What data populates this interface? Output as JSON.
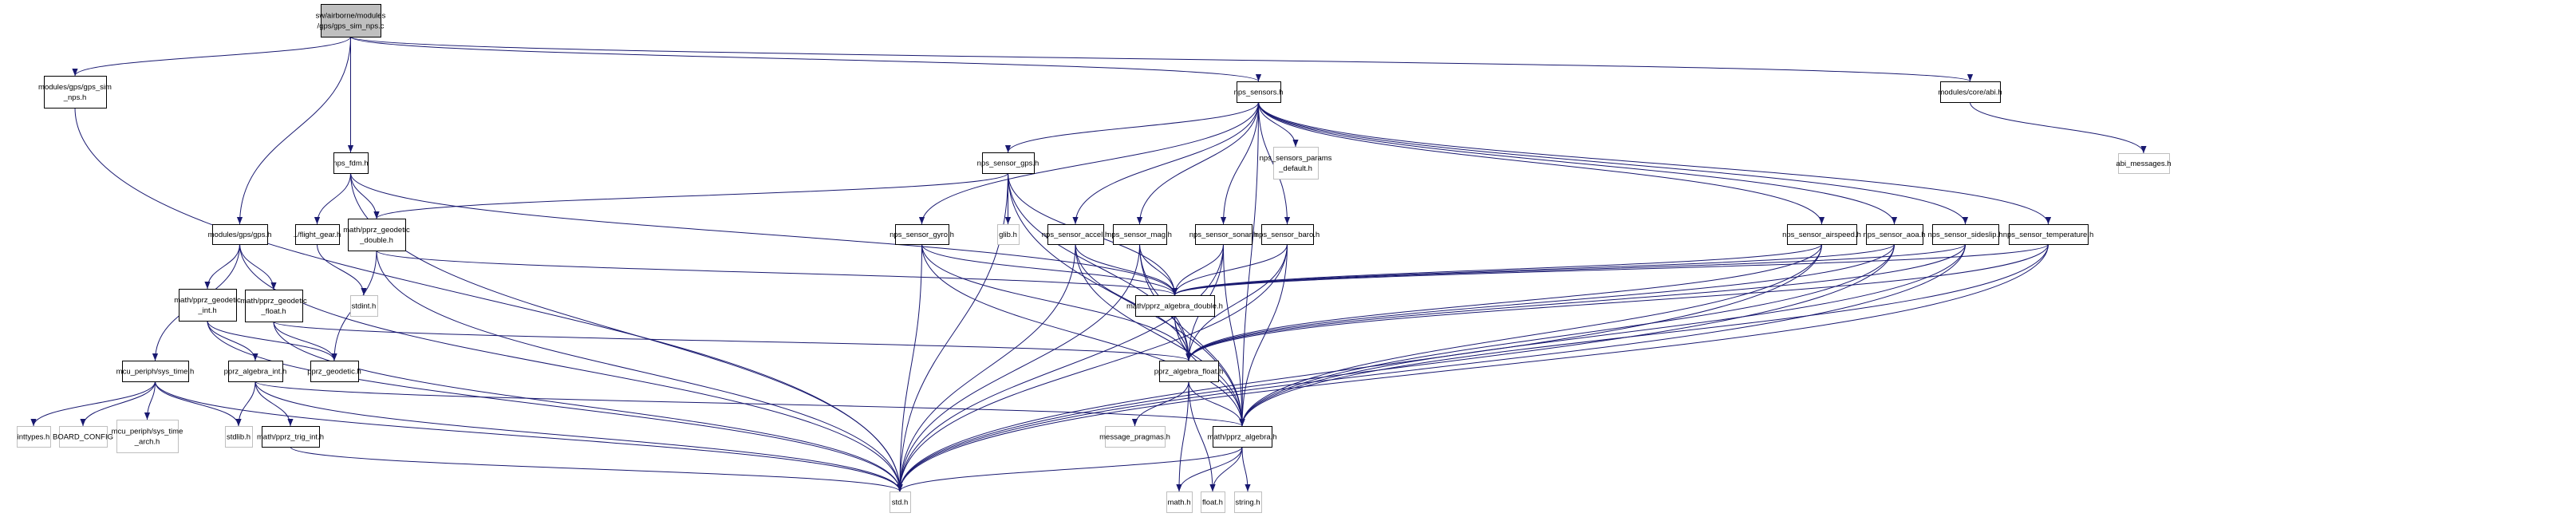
{
  "colors": {
    "edge": "#191970",
    "root_fill": "#bfbfbf",
    "node_border": "#000000",
    "external_border": "#bfbfbf"
  },
  "nodes": [
    {
      "lines": [
        "sw/airborne/modules",
        "/gps/gps_sim_nps.c"
      ],
      "style": "root"
    },
    {
      "lines": [
        "modules/gps/gps_sim",
        "_nps.h"
      ],
      "style": "normal"
    },
    {
      "lines": [
        "nps_fdm.h"
      ],
      "style": "normal"
    },
    {
      "lines": [
        "modules/gps/gps.h"
      ],
      "style": "normal"
    },
    {
      "lines": [
        "../flight_gear.h"
      ],
      "style": "normal"
    },
    {
      "lines": [
        "math/pprz_geodetic",
        "_double.h"
      ],
      "style": "normal"
    },
    {
      "lines": [
        "math/pprz_geodetic",
        "_int.h"
      ],
      "style": "normal"
    },
    {
      "lines": [
        "math/pprz_geodetic",
        "_float.h"
      ],
      "style": "normal"
    },
    {
      "lines": [
        "stdint.h"
      ],
      "style": "external"
    },
    {
      "lines": [
        "mcu_periph/sys_time.h"
      ],
      "style": "normal"
    },
    {
      "lines": [
        "pprz_algebra_int.h"
      ],
      "style": "normal"
    },
    {
      "lines": [
        "pprz_geodetic.h"
      ],
      "style": "normal"
    },
    {
      "lines": [
        "inttypes.h"
      ],
      "style": "external"
    },
    {
      "lines": [
        "BOARD_CONFIG"
      ],
      "style": "external"
    },
    {
      "lines": [
        "mcu_periph/sys_time",
        "_arch.h"
      ],
      "style": "external"
    },
    {
      "lines": [
        "stdlib.h"
      ],
      "style": "external"
    },
    {
      "lines": [
        "math/pprz_trig_int.h"
      ],
      "style": "normal"
    },
    {
      "lines": [
        "nps_sensors.h"
      ],
      "style": "normal"
    },
    {
      "lines": [
        "nps_sensor_gps.h"
      ],
      "style": "normal"
    },
    {
      "lines": [
        "nps_sensors_params",
        "_default.h"
      ],
      "style": "external"
    },
    {
      "lines": [
        "nps_sensor_gyro.h"
      ],
      "style": "normal"
    },
    {
      "lines": [
        "glib.h"
      ],
      "style": "external"
    },
    {
      "lines": [
        "nps_sensor_accel.h"
      ],
      "style": "normal"
    },
    {
      "lines": [
        "nps_sensor_mag.h"
      ],
      "style": "normal"
    },
    {
      "lines": [
        "nps_sensor_sonar.h"
      ],
      "style": "normal"
    },
    {
      "lines": [
        "nps_sensor_baro.h"
      ],
      "style": "normal"
    },
    {
      "lines": [
        "nps_sensor_airspeed.h"
      ],
      "style": "normal"
    },
    {
      "lines": [
        "nps_sensor_aoa.h"
      ],
      "style": "normal"
    },
    {
      "lines": [
        "nps_sensor_sideslip.h"
      ],
      "style": "normal"
    },
    {
      "lines": [
        "nps_sensor_temperature.h"
      ],
      "style": "normal"
    },
    {
      "lines": [
        "modules/core/abi.h"
      ],
      "style": "normal"
    },
    {
      "lines": [
        "abi_messages.h"
      ],
      "style": "external"
    },
    {
      "lines": [
        "math/pprz_algebra_double.h"
      ],
      "style": "normal"
    },
    {
      "lines": [
        "pprz_algebra_float.h"
      ],
      "style": "normal"
    },
    {
      "lines": [
        "message_pragmas.h"
      ],
      "style": "external"
    },
    {
      "lines": [
        "math/pprz_algebra.h"
      ],
      "style": "normal"
    },
    {
      "lines": [
        "std.h"
      ],
      "style": "external"
    },
    {
      "lines": [
        "math.h"
      ],
      "style": "external"
    },
    {
      "lines": [
        "float.h"
      ],
      "style": "external"
    },
    {
      "lines": [
        "string.h"
      ],
      "style": "external"
    }
  ],
  "edges": [
    [
      0,
      1
    ],
    [
      0,
      3
    ],
    [
      0,
      2
    ],
    [
      0,
      17
    ],
    [
      0,
      30
    ],
    [
      1,
      36
    ],
    [
      2,
      36
    ],
    [
      2,
      4
    ],
    [
      2,
      5
    ],
    [
      2,
      32
    ],
    [
      4,
      8
    ],
    [
      5,
      11
    ],
    [
      5,
      36
    ],
    [
      5,
      32
    ],
    [
      3,
      9
    ],
    [
      3,
      6
    ],
    [
      3,
      7
    ],
    [
      3,
      36
    ],
    [
      6,
      10
    ],
    [
      6,
      11
    ],
    [
      6,
      36
    ],
    [
      7,
      11
    ],
    [
      7,
      33
    ],
    [
      7,
      36
    ],
    [
      9,
      12
    ],
    [
      9,
      13
    ],
    [
      9,
      14
    ],
    [
      9,
      15
    ],
    [
      9,
      36
    ],
    [
      10,
      15
    ],
    [
      10,
      16
    ],
    [
      10,
      36
    ],
    [
      10,
      35
    ],
    [
      16,
      36
    ],
    [
      17,
      18
    ],
    [
      17,
      20
    ],
    [
      17,
      22
    ],
    [
      17,
      23
    ],
    [
      17,
      24
    ],
    [
      17,
      25
    ],
    [
      17,
      26
    ],
    [
      17,
      27
    ],
    [
      17,
      28
    ],
    [
      17,
      29
    ],
    [
      17,
      19
    ],
    [
      17,
      35
    ],
    [
      18,
      21
    ],
    [
      18,
      5
    ],
    [
      18,
      32
    ],
    [
      18,
      33
    ],
    [
      18,
      35
    ],
    [
      18,
      36
    ],
    [
      20,
      32
    ],
    [
      20,
      33
    ],
    [
      20,
      35
    ],
    [
      20,
      36
    ],
    [
      22,
      32
    ],
    [
      22,
      33
    ],
    [
      22,
      35
    ],
    [
      22,
      36
    ],
    [
      23,
      32
    ],
    [
      23,
      33
    ],
    [
      23,
      35
    ],
    [
      23,
      36
    ],
    [
      24,
      32
    ],
    [
      24,
      33
    ],
    [
      24,
      35
    ],
    [
      24,
      36
    ],
    [
      25,
      32
    ],
    [
      25,
      33
    ],
    [
      25,
      35
    ],
    [
      25,
      36
    ],
    [
      26,
      32
    ],
    [
      26,
      33
    ],
    [
      26,
      35
    ],
    [
      26,
      36
    ],
    [
      27,
      32
    ],
    [
      27,
      33
    ],
    [
      27,
      35
    ],
    [
      27,
      36
    ],
    [
      28,
      32
    ],
    [
      28,
      33
    ],
    [
      28,
      35
    ],
    [
      28,
      36
    ],
    [
      29,
      32
    ],
    [
      29,
      33
    ],
    [
      29,
      35
    ],
    [
      29,
      36
    ],
    [
      32,
      33
    ],
    [
      32,
      35
    ],
    [
      33,
      34
    ],
    [
      33,
      35
    ],
    [
      33,
      37
    ],
    [
      33,
      38
    ],
    [
      35,
      36
    ],
    [
      35,
      37
    ],
    [
      35,
      38
    ],
    [
      35,
      39
    ],
    [
      30,
      31
    ]
  ]
}
